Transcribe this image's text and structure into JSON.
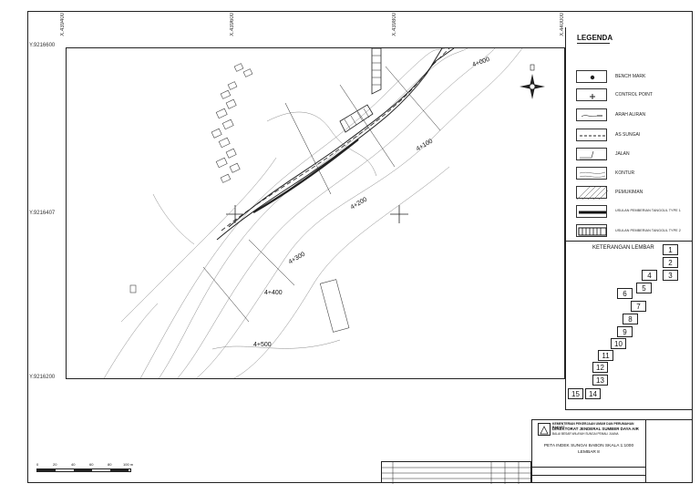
{
  "grid": {
    "x_labels": [
      "X.439400",
      "X.439600",
      "X.439800",
      "X.440000"
    ],
    "y_labels": [
      "Y.9216600",
      "Y.9216407",
      "Y.9216200"
    ]
  },
  "stations": [
    "4+000",
    "4+100",
    "4+200",
    "4+300",
    "4+400",
    "4+500"
  ],
  "legend": {
    "title": "LEGENDA",
    "items": [
      {
        "label": "BENCH MARK",
        "icon": "bench-mark-icon"
      },
      {
        "label": "CONTROL POINT",
        "icon": "control-point-icon"
      },
      {
        "label": "ARAH ALIRAN",
        "icon": "flow-direction-icon"
      },
      {
        "label": "AS SUNGAI",
        "icon": "river-axis-icon"
      },
      {
        "label": "JALAN",
        "icon": "road-icon"
      },
      {
        "label": "KONTUR",
        "icon": "contour-icon"
      },
      {
        "label": "PEMUKIMAN",
        "icon": "settlement-icon"
      },
      {
        "label": "USULAN PEMBERIAN TANGGUL TYPE 1",
        "icon": "levee-type1-icon"
      },
      {
        "label": "USULAN PEMBERIAN TANGGUL TYPE 2",
        "icon": "levee-type2-icon"
      }
    ]
  },
  "sheet_index": {
    "title": "KETERANGAN LEMBAR",
    "cells": [
      "1",
      "2",
      "3",
      "4",
      "5",
      "6",
      "7",
      "8",
      "9",
      "10",
      "11",
      "12",
      "13",
      "14",
      "15"
    ]
  },
  "title_block": {
    "ministry": "KEMENTERIAN PEKERJAAN UMUM DAN PERUMAHAN RAKYAT",
    "directorate": "DIREKTORAT JENDERAL SUMBER DAYA AIR",
    "agency": "BALAI BESAR WILAYAH SUNGAI PEMALI JUANA",
    "drawing_title": "PETA INDEK SUNGAI BABON SKALA 1:1000",
    "sheet": "LEMBAR 8"
  },
  "scale_bar": {
    "ticks": [
      "0",
      "20",
      "40",
      "60",
      "80",
      "100 m"
    ]
  },
  "colors": {
    "line": "#222222",
    "background": "#ffffff"
  }
}
